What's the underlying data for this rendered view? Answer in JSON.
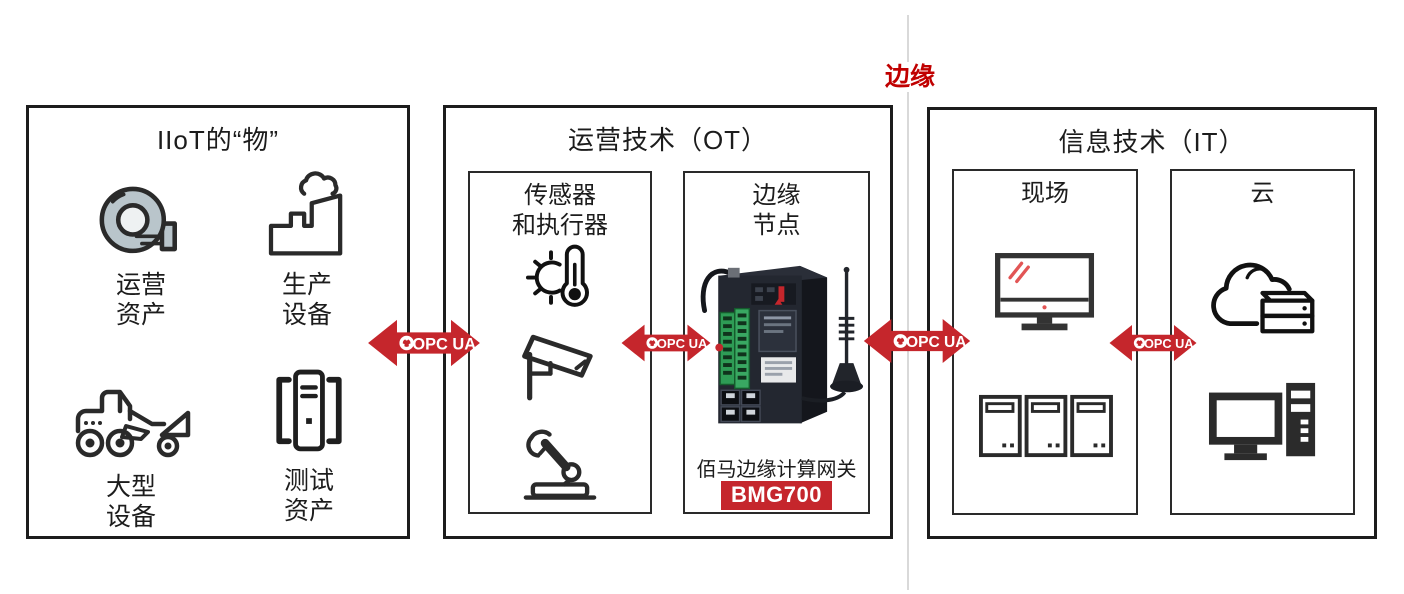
{
  "edge_label": "边缘",
  "colors": {
    "accent_red": "#c5262c",
    "edge_label_red": "#c00000",
    "icon_stroke": "#2a2a2a",
    "blower_fill": "#b9c5cb",
    "divider_gray": "#d9d9d9"
  },
  "panels": {
    "iiot": {
      "title": "IIoT的“物”",
      "items": [
        {
          "label": "运营\n资产",
          "icon": "blower-icon"
        },
        {
          "label": "生产\n设备",
          "icon": "factory-icon"
        },
        {
          "label": "大型\n设备",
          "icon": "wheel-loader-icon"
        },
        {
          "label": "测试\n资产",
          "icon": "test-server-icon"
        }
      ]
    },
    "ot": {
      "title": "运营技术（OT）",
      "sensors": {
        "title": "传感器\n和执行器",
        "icons": [
          "thermometer-sun-icon",
          "cctv-camera-icon",
          "robot-arm-icon"
        ]
      },
      "edge_node": {
        "title": "边缘\n节点",
        "photo": "edge-gateway-photo",
        "caption": "佰马边缘计算网关",
        "badge": "BMG700"
      }
    },
    "it": {
      "title": "信息技术（IT）",
      "onsite": {
        "title": "现场",
        "icons": [
          "monitor-icon",
          "server-towers-icon"
        ]
      },
      "cloud": {
        "title": "云",
        "icons": [
          "cloud-server-icon",
          "desktop-computer-icon"
        ]
      }
    }
  },
  "arrows": [
    {
      "label": "OPC UA"
    },
    {
      "label": "OPC UA"
    },
    {
      "label": "OPC UA"
    },
    {
      "label": "OPC UA"
    }
  ]
}
